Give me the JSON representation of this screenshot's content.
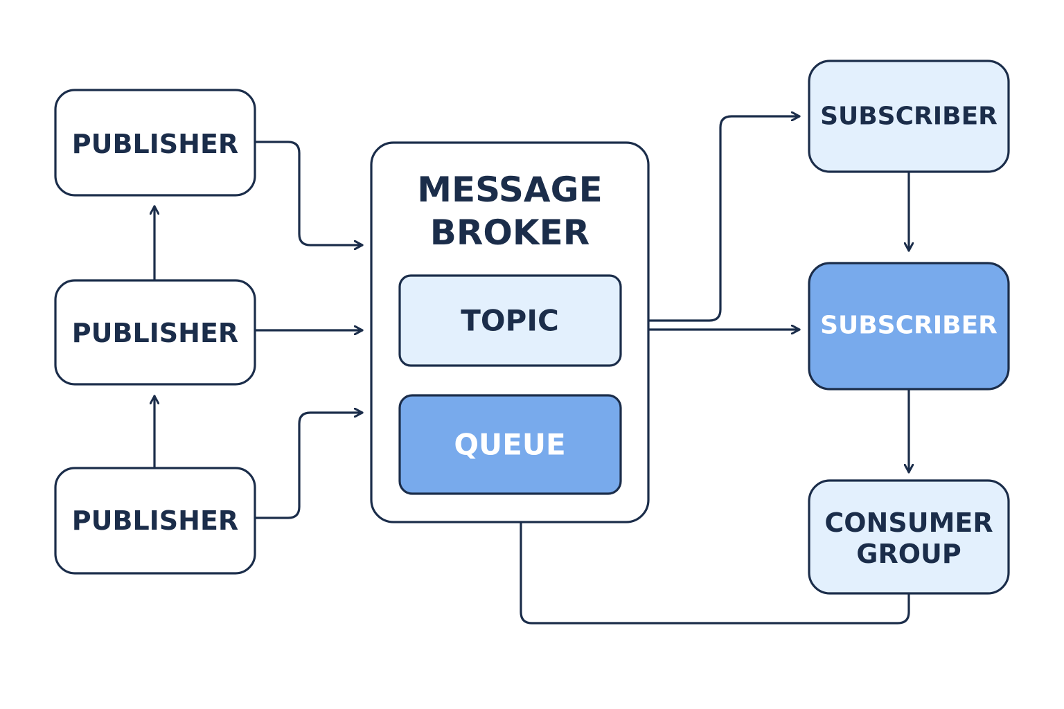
{
  "colors": {
    "stroke": "#1b2d4a",
    "text_dark": "#1b2d4a",
    "text_light": "#ffffff",
    "fill_white": "#ffffff",
    "fill_light": "#e3f0fd",
    "fill_accent": "#78aaec"
  },
  "publishers": [
    {
      "label": "PUBLISHER"
    },
    {
      "label": "PUBLISHER"
    },
    {
      "label": "PUBLISHER"
    }
  ],
  "broker": {
    "title_line1": "MESSAGE",
    "title_line2": "BROKER",
    "topic_label": "TOPIC",
    "queue_label": "QUEUE"
  },
  "subscribers": [
    {
      "label": "SUBSCRIBER",
      "style": "light"
    },
    {
      "label": "SUBSCRIBER",
      "style": "accent"
    }
  ],
  "consumer_group": {
    "label_line1": "CONSUMER",
    "label_line2": "GROUP"
  }
}
